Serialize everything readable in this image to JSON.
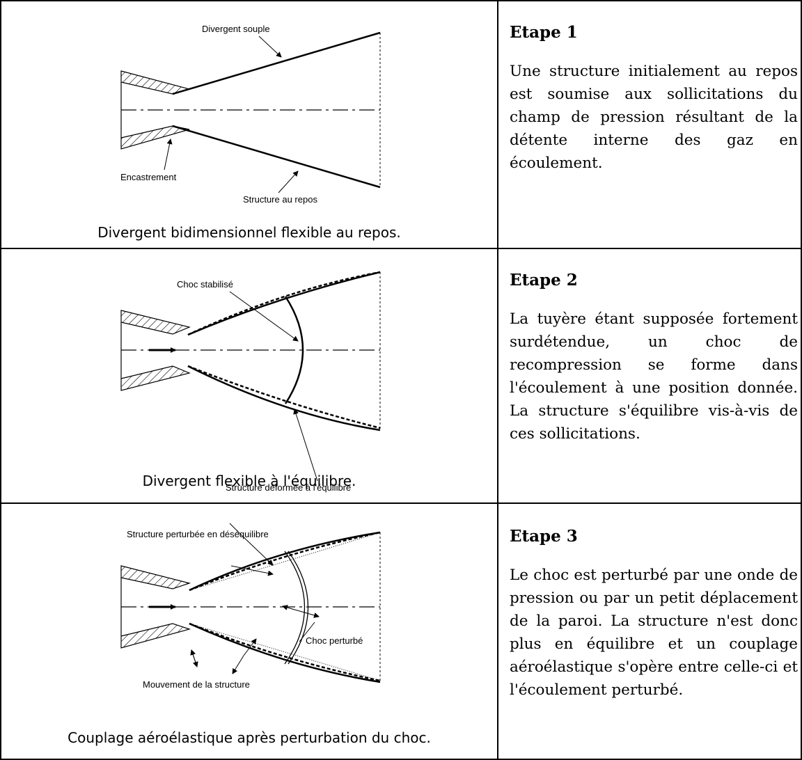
{
  "rows": [
    {
      "labels": {
        "divergent": "Divergent souple",
        "encastrement": "Encastrement",
        "repos": "Structure au repos"
      },
      "caption": "Divergent bidimensionnel flexible au repos.",
      "step_title": "Etape 1",
      "step_text": "Une structure initialement au repos est soumise aux sollicitations du champ de pression résultant de la détente interne des gaz en écoulement."
    },
    {
      "labels": {
        "choc": "Choc stabilisé",
        "deformee": "Structure déformée à l'équilibre"
      },
      "caption": "Divergent flexible à l'équilibre.",
      "step_title": "Etape 2",
      "step_text": "La tuyère étant supposée fortement surdétendue, un choc de recompression se forme dans l'écoulement à une position donnée. La structure s'équilibre vis-à-vis de ces sollicitations."
    },
    {
      "labels": {
        "perturbee": "Structure perturbée en déséquilibre",
        "choc": "Choc perturbé",
        "mouvement": "Mouvement de la structure"
      },
      "caption": "Couplage aéroélastique après perturbation du choc.",
      "step_title": "Etape 3",
      "step_text": "Le choc est perturbé par une onde de pression ou par un petit déplacement de la paroi. La structure n'est donc plus en équilibre et un couplage aéroélastique s'opère entre celle-ci et l'écoulement perturbé."
    }
  ]
}
